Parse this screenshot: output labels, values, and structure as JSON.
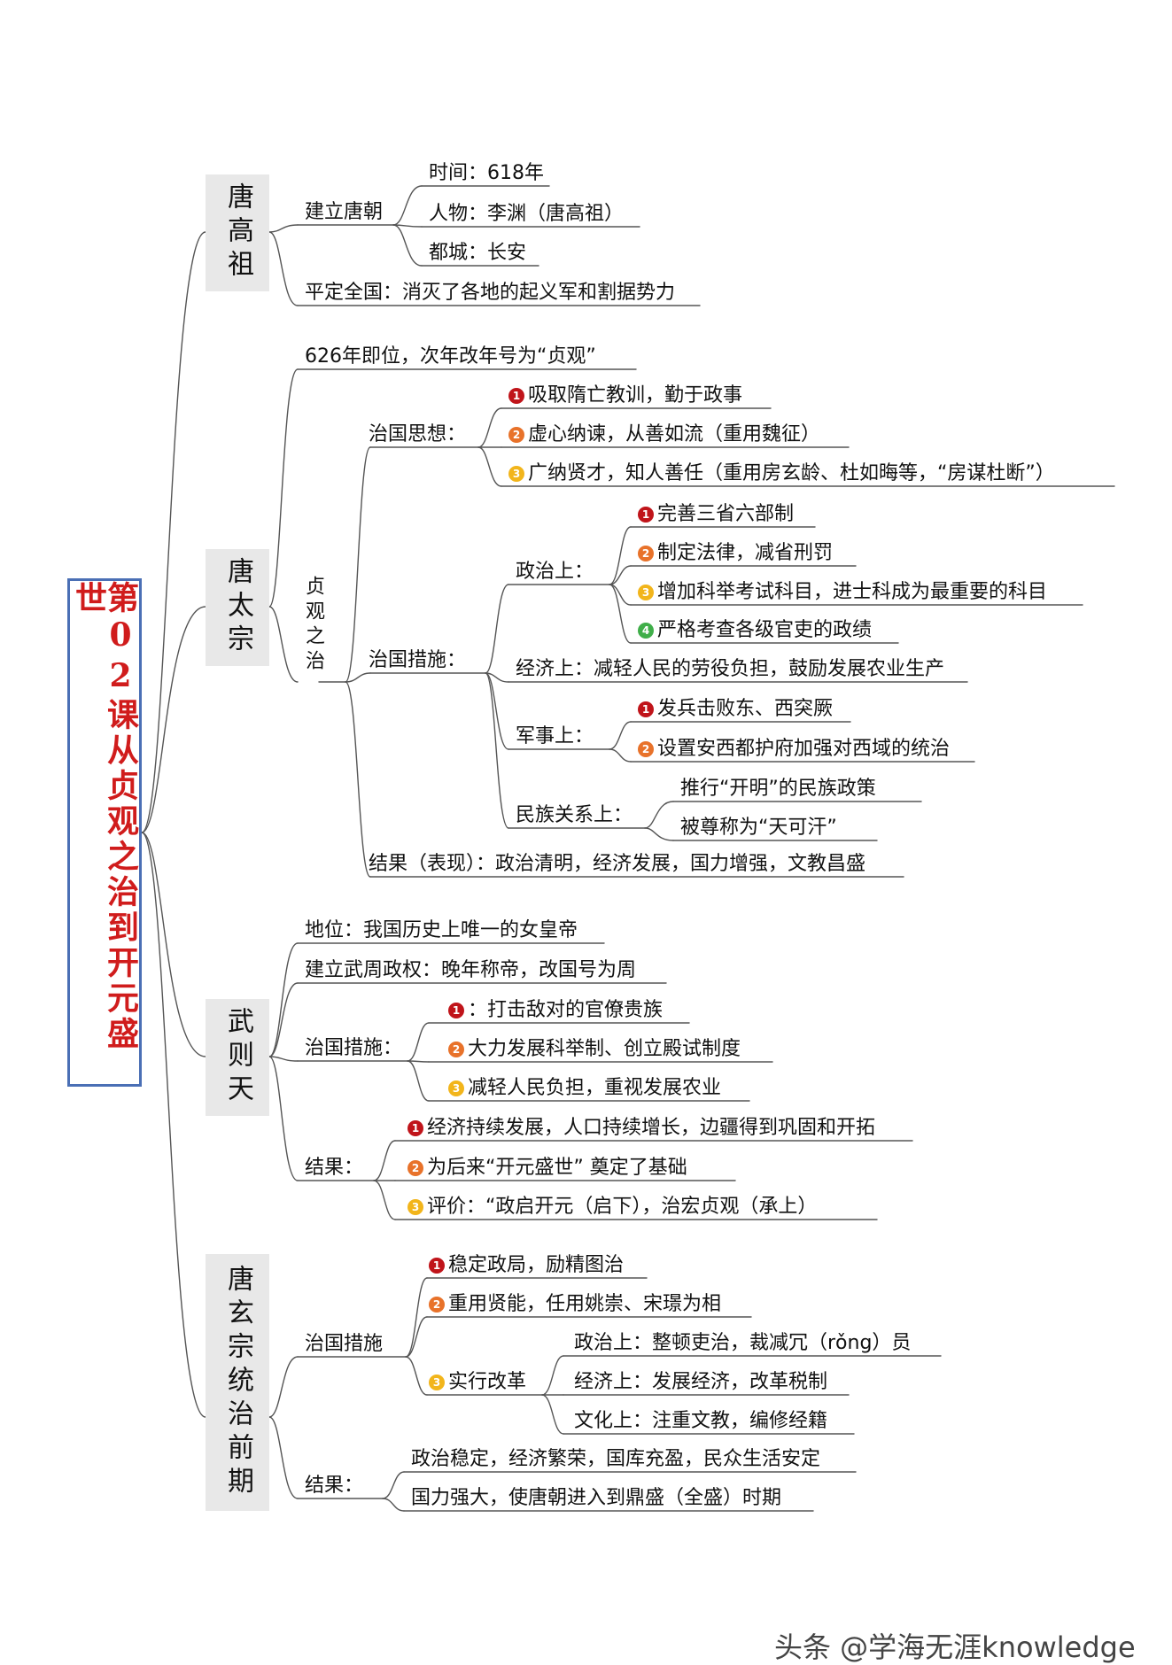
{
  "title": "第02课从贞观之治到开元盛世",
  "watermark": "头条 @学海无涯knowledge",
  "colors": {
    "red": "#c0141a",
    "orange": "#e8722a",
    "yellow": "#f2b51b",
    "green": "#3fae49",
    "root_border": "#4a6fb5",
    "title": "#d01c1c"
  },
  "emperors": {
    "gaozu": "唐高祖",
    "taizong": "唐太宗",
    "wuzetian": "武则天",
    "xuanzong": "唐玄宗统治前期"
  },
  "gaozu": {
    "found": "建立唐朝",
    "time": "时间：618年",
    "person": "人物：李渊（唐高祖）",
    "capital": "都城：长安",
    "pacify": "平定全国：消灭了各地的起义军和割据势力"
  },
  "taizong": {
    "accession": "626年即位，次年改年号为“贞观”",
    "zhenguan": "贞观之治",
    "thought": "治国思想：",
    "t1": "吸取隋亡教训，勤于政事",
    "t2": "虚心纳谏，从善如流（重用魏征）",
    "t3": "广纳贤才，知人善任（重用房玄龄、杜如晦等，“房谋杜断”）",
    "measures": "治国措施：",
    "politics": "政治上：",
    "p1": "完善三省六部制",
    "p2": "制定法律，减省刑罚",
    "p3": "增加科举考试科目，进士科成为最重要的科目",
    "p4": "严格考查各级官吏的政绩",
    "economy": "经济上：减轻人民的劳役负担，鼓励发展农业生产",
    "military": "军事上：",
    "m1": "发兵击败东、西突厥",
    "m2": "设置安西都护府加强对西域的统治",
    "ethnic": "民族关系上：",
    "e1": "推行“开明”的民族政策",
    "e2": "被尊称为“天可汗”",
    "result": "结果（表现）：政治清明，经济发展，国力增强，文教昌盛"
  },
  "wu": {
    "status": "地位：我国历史上唯一的女皇帝",
    "zhou": "建立武周政权：晚年称帝，改国号为周",
    "measures": "治国措施：",
    "w1": "：打击敌对的官僚贵族",
    "w2": "大力发展科举制、创立殿试制度",
    "w3": "减轻人民负担，重视发展农业",
    "result": "结果：",
    "r1": "经济持续发展，人口持续增长，边疆得到巩固和开拓",
    "r2": "为后来“开元盛世” 奠定了基础",
    "r3": "评价：“政启开元（启下），治宏贞观（承上）"
  },
  "xuan": {
    "measures": "治国措施",
    "x1": "稳定政局，励精图治",
    "x2": "重用贤能，任用姚崇、宋璟为相",
    "x3": "实行改革",
    "reform_politics": "政治上：整顿吏治，裁减冗（rǒng）员",
    "reform_economy": "经济上：发展经济，改革税制",
    "reform_culture": "文化上：注重文教，编修经籍",
    "result": "结果：",
    "res1": "政治稳定，经济繁荣，国库充盈，民众生活安定",
    "res2": "国力强大，使唐朝进入到鼎盛（全盛）时期"
  },
  "badges": {
    "n1": "1",
    "n2": "2",
    "n3": "3",
    "n4": "4"
  }
}
